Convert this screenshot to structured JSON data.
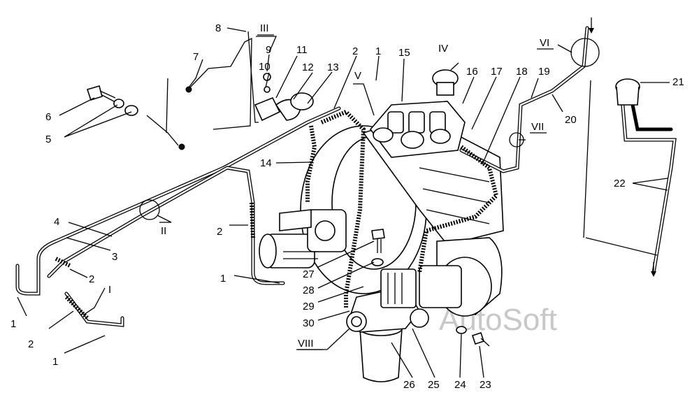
{
  "diagram": {
    "callouts": [
      {
        "id": "c8",
        "text": "8"
      },
      {
        "id": "cIII",
        "text": "III"
      },
      {
        "id": "c9",
        "text": "9"
      },
      {
        "id": "c10",
        "text": "10"
      },
      {
        "id": "c11",
        "text": "11"
      },
      {
        "id": "c12",
        "text": "12"
      },
      {
        "id": "c13",
        "text": "13"
      },
      {
        "id": "c2a",
        "text": "2"
      },
      {
        "id": "c1a",
        "text": "1"
      },
      {
        "id": "c15",
        "text": "15"
      },
      {
        "id": "cIV",
        "text": "IV"
      },
      {
        "id": "cV",
        "text": "V"
      },
      {
        "id": "c16",
        "text": "16"
      },
      {
        "id": "c17",
        "text": "17"
      },
      {
        "id": "c18",
        "text": "18"
      },
      {
        "id": "c19",
        "text": "19"
      },
      {
        "id": "cVI",
        "text": "VI"
      },
      {
        "id": "c21",
        "text": "21"
      },
      {
        "id": "c7",
        "text": "7"
      },
      {
        "id": "c6",
        "text": "6"
      },
      {
        "id": "c5",
        "text": "5"
      },
      {
        "id": "c20",
        "text": "20"
      },
      {
        "id": "cVII",
        "text": "VII"
      },
      {
        "id": "c14",
        "text": "14"
      },
      {
        "id": "c22",
        "text": "22"
      },
      {
        "id": "c4",
        "text": "4"
      },
      {
        "id": "cII",
        "text": "II"
      },
      {
        "id": "c2b",
        "text": "2"
      },
      {
        "id": "c3",
        "text": "3"
      },
      {
        "id": "c27",
        "text": "27"
      },
      {
        "id": "c1b",
        "text": "1"
      },
      {
        "id": "c28",
        "text": "28"
      },
      {
        "id": "c2c",
        "text": "2"
      },
      {
        "id": "c29",
        "text": "29"
      },
      {
        "id": "cI",
        "text": "I"
      },
      {
        "id": "c1c",
        "text": "1"
      },
      {
        "id": "c30",
        "text": "30"
      },
      {
        "id": "c2d",
        "text": "2"
      },
      {
        "id": "cVIII",
        "text": "VIII"
      },
      {
        "id": "c1d",
        "text": "1"
      },
      {
        "id": "c26",
        "text": "26"
      },
      {
        "id": "c25",
        "text": "25"
      },
      {
        "id": "c24",
        "text": "24"
      },
      {
        "id": "c23",
        "text": "23"
      }
    ],
    "watermark": "AutoSoft"
  }
}
